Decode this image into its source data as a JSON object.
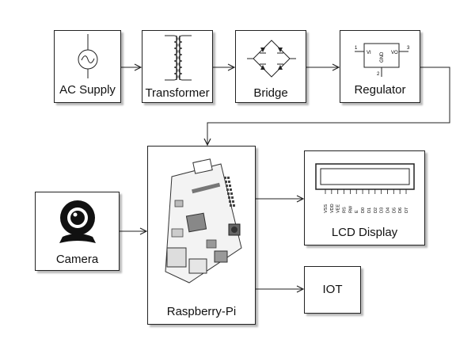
{
  "blocks": {
    "ac_supply": {
      "label": "AC Supply"
    },
    "transformer": {
      "label": "Transformer"
    },
    "bridge": {
      "label": "Bridge"
    },
    "regulator": {
      "label": "Regulator",
      "pins": {
        "vi": "VI",
        "vo": "VO",
        "gnd": "GND",
        "pin1": "1",
        "pin2": "2",
        "pin3": "3"
      }
    },
    "raspberry_pi": {
      "label": "Raspberry-Pi"
    },
    "camera": {
      "label": "Camera"
    },
    "lcd_display": {
      "label": "LCD Display",
      "pins": [
        "VSS",
        "VDD",
        "VEE",
        "RS",
        "RW",
        "E",
        "D0",
        "D1",
        "D2",
        "D3",
        "D4",
        "D5",
        "D6",
        "D7"
      ]
    },
    "iot": {
      "label": "IOT"
    }
  },
  "colors": {
    "line": "#222222",
    "shadow": "#9a9a9a",
    "background": "#ffffff"
  }
}
